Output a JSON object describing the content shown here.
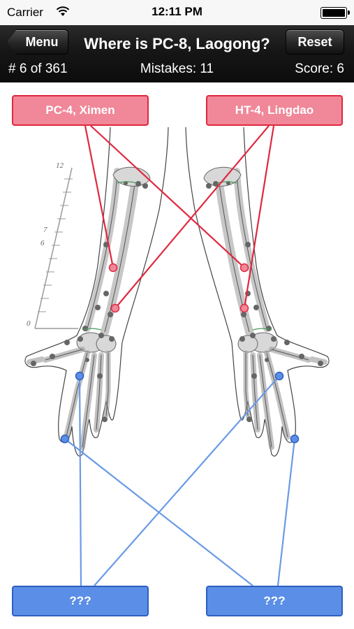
{
  "status_bar": {
    "carrier": "Carrier",
    "time": "12:11 PM"
  },
  "nav": {
    "menu_label": "Menu",
    "title": "Where is PC-8, Laogong?",
    "reset_label": "Reset",
    "counter": "# 6 of 361",
    "mistakes": "Mistakes: 11",
    "score": "Score: 6"
  },
  "ruler": {
    "ticks": [
      "12",
      "7",
      "6",
      "0"
    ]
  },
  "labels": {
    "top_left": "PC-4, Ximen",
    "top_right": "HT-4, Lingdao",
    "bottom_left": "???",
    "bottom_right": "???"
  },
  "colors": {
    "answered_line": "#e0283f",
    "answered_fill": "#f0889a",
    "pending_line": "#6a9ae6",
    "pending_fill": "#5b8ee6"
  }
}
